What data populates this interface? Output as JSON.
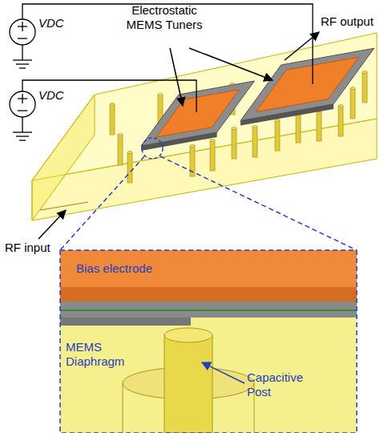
{
  "diagram": {
    "labels": [
      "VDC",
      "VDC",
      "Electrostatic MEMS Tuners",
      "RF output",
      "RF input",
      "Bias electrode",
      "MEMS Diaphragm",
      "Capacitive Post"
    ]
  }
}
